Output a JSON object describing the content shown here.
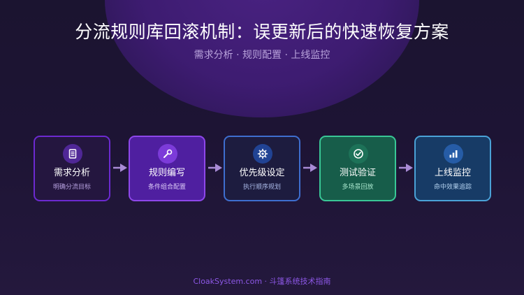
{
  "header": {
    "title": "分流规则库回滚机制：误更新后的快速恢复方案",
    "subtitle": "需求分析 · 规则配置 · 上线监控"
  },
  "steps": [
    {
      "name": "需求分析",
      "desc": "明确分流目标",
      "icon": "document-list-icon",
      "accent": "#6c2ad0"
    },
    {
      "name": "规则编写",
      "desc": "条件组合配置",
      "icon": "wrench-icon",
      "accent": "#8e47ea"
    },
    {
      "name": "优先级设定",
      "desc": "执行顺序规划",
      "icon": "gear-icon",
      "accent": "#3e6ecf"
    },
    {
      "name": "测试验证",
      "desc": "多场景回放",
      "icon": "check-circle-icon",
      "accent": "#39c796"
    },
    {
      "name": "上线监控",
      "desc": "命中效果追踪",
      "icon": "bar-chart-icon",
      "accent": "#4aa2d7"
    }
  ],
  "arrow_color": "#a98bd6",
  "footer": "CloakSystem.com · 斗篷系统技术指南"
}
